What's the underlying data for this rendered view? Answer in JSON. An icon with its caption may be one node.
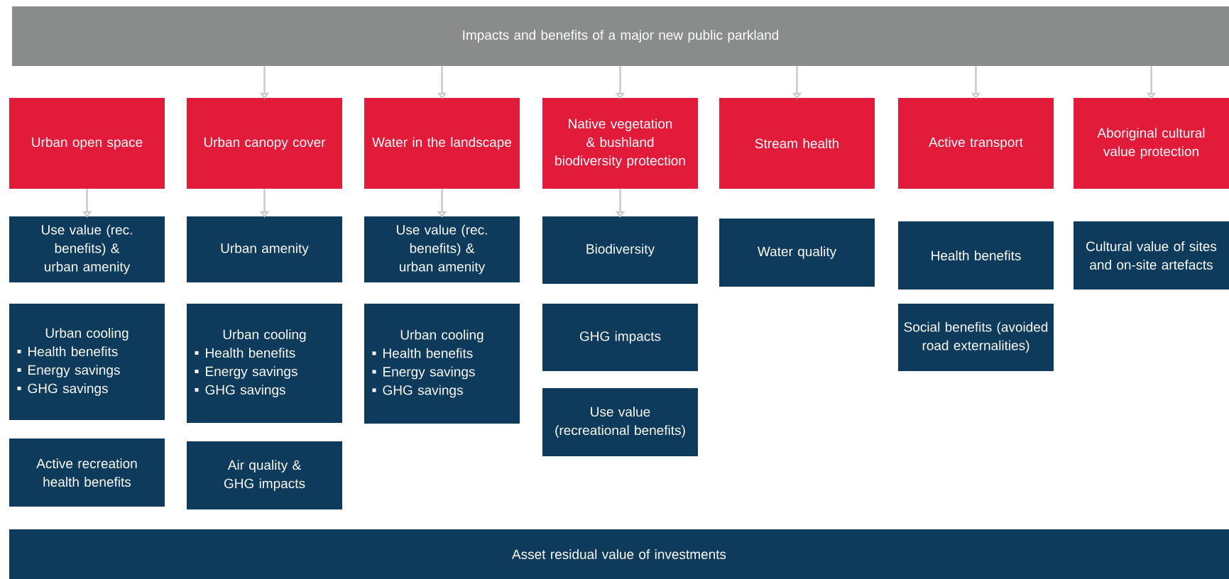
{
  "diagram": {
    "nodes": [
      {
        "text": [
          "Impacts and benefits of a major new public parkland"
        ]
      },
      {
        "text": [
          "Urban open space"
        ]
      },
      {
        "text": [
          "Urban canopy cover"
        ]
      },
      {
        "text": [
          "Water in the landscape"
        ]
      },
      {
        "text": [
          "Native vegetation & bushland biodiversity protection"
        ]
      },
      {
        "text": [
          "Stream health"
        ]
      },
      {
        "text": [
          "Active transport"
        ]
      },
      {
        "text": [
          "Aboriginal cultural value protection"
        ]
      },
      {
        "text": [
          "Use value (rec. benefits) & urban amenity"
        ]
      },
      {
        "text": [
          "Urban cooling",
          "Health benefits",
          "Energy savings",
          "GHG savings"
        ]
      },
      {
        "text": [
          "Active recreation health benefits"
        ]
      },
      {
        "text": [
          "Urban amenity"
        ]
      },
      {
        "text": [
          "Urban cooling",
          "Health benefits",
          "Energy savings",
          "GHG savings"
        ]
      },
      {
        "text": [
          "Air quality & GHG impacts"
        ]
      },
      {
        "text": [
          "Use value (rec. benefits) & urban amenity"
        ]
      },
      {
        "text": [
          "Urban cooling",
          "Health benefits",
          "Energy savings",
          "GHG savings"
        ]
      },
      {
        "text": [
          "Biodiversity"
        ]
      },
      {
        "text": [
          "GHG impacts"
        ]
      },
      {
        "text": [
          "Use value (recreational benefits)"
        ]
      },
      {
        "text": [
          "Water quality"
        ]
      },
      {
        "text": [
          "Health benefits"
        ]
      },
      {
        "text": [
          "Social benefits (avoided road externalities)"
        ]
      },
      {
        "text": [
          "Cultural value of sites and on-site artefacts"
        ]
      },
      {
        "text": [
          "Asset residual value of investments"
        ]
      }
    ],
    "edges": [
      {
        "from": 0,
        "to": 2,
        "arrow": "to"
      },
      {
        "from": 0,
        "to": 3,
        "arrow": "to"
      },
      {
        "from": 0,
        "to": 4,
        "arrow": "to"
      },
      {
        "from": 0,
        "to": 5,
        "arrow": "to"
      },
      {
        "from": 0,
        "to": 6,
        "arrow": "to"
      },
      {
        "from": 0,
        "to": 7,
        "arrow": "to"
      },
      {
        "from": 1,
        "to": 8,
        "arrow": "to"
      },
      {
        "from": 2,
        "to": 11,
        "arrow": "to"
      },
      {
        "from": 3,
        "to": 14,
        "arrow": "to"
      },
      {
        "from": 4,
        "to": 16,
        "arrow": "to"
      }
    ]
  }
}
